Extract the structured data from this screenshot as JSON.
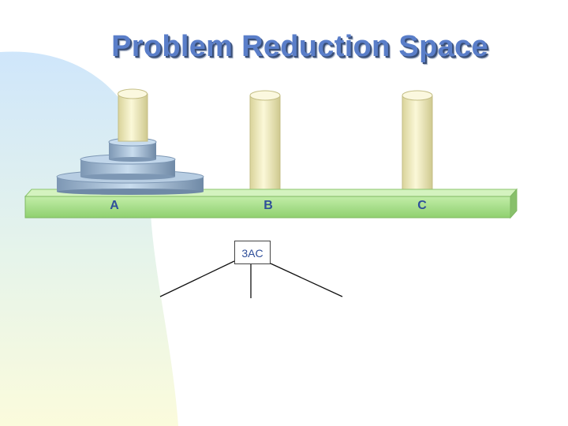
{
  "slide": {
    "title": "Problem Reduction Space"
  },
  "pegs": [
    {
      "label": "A"
    },
    {
      "label": "B"
    },
    {
      "label": "C"
    }
  ],
  "disks_on_peg_a": 3,
  "tree": {
    "root": "3AC",
    "child_count": 3
  },
  "colors": {
    "title": "#5a7ec9",
    "label": "#2f4f9a",
    "board": "#a6de87",
    "peg": "#efeab4",
    "disk": "#a9c3dc"
  }
}
